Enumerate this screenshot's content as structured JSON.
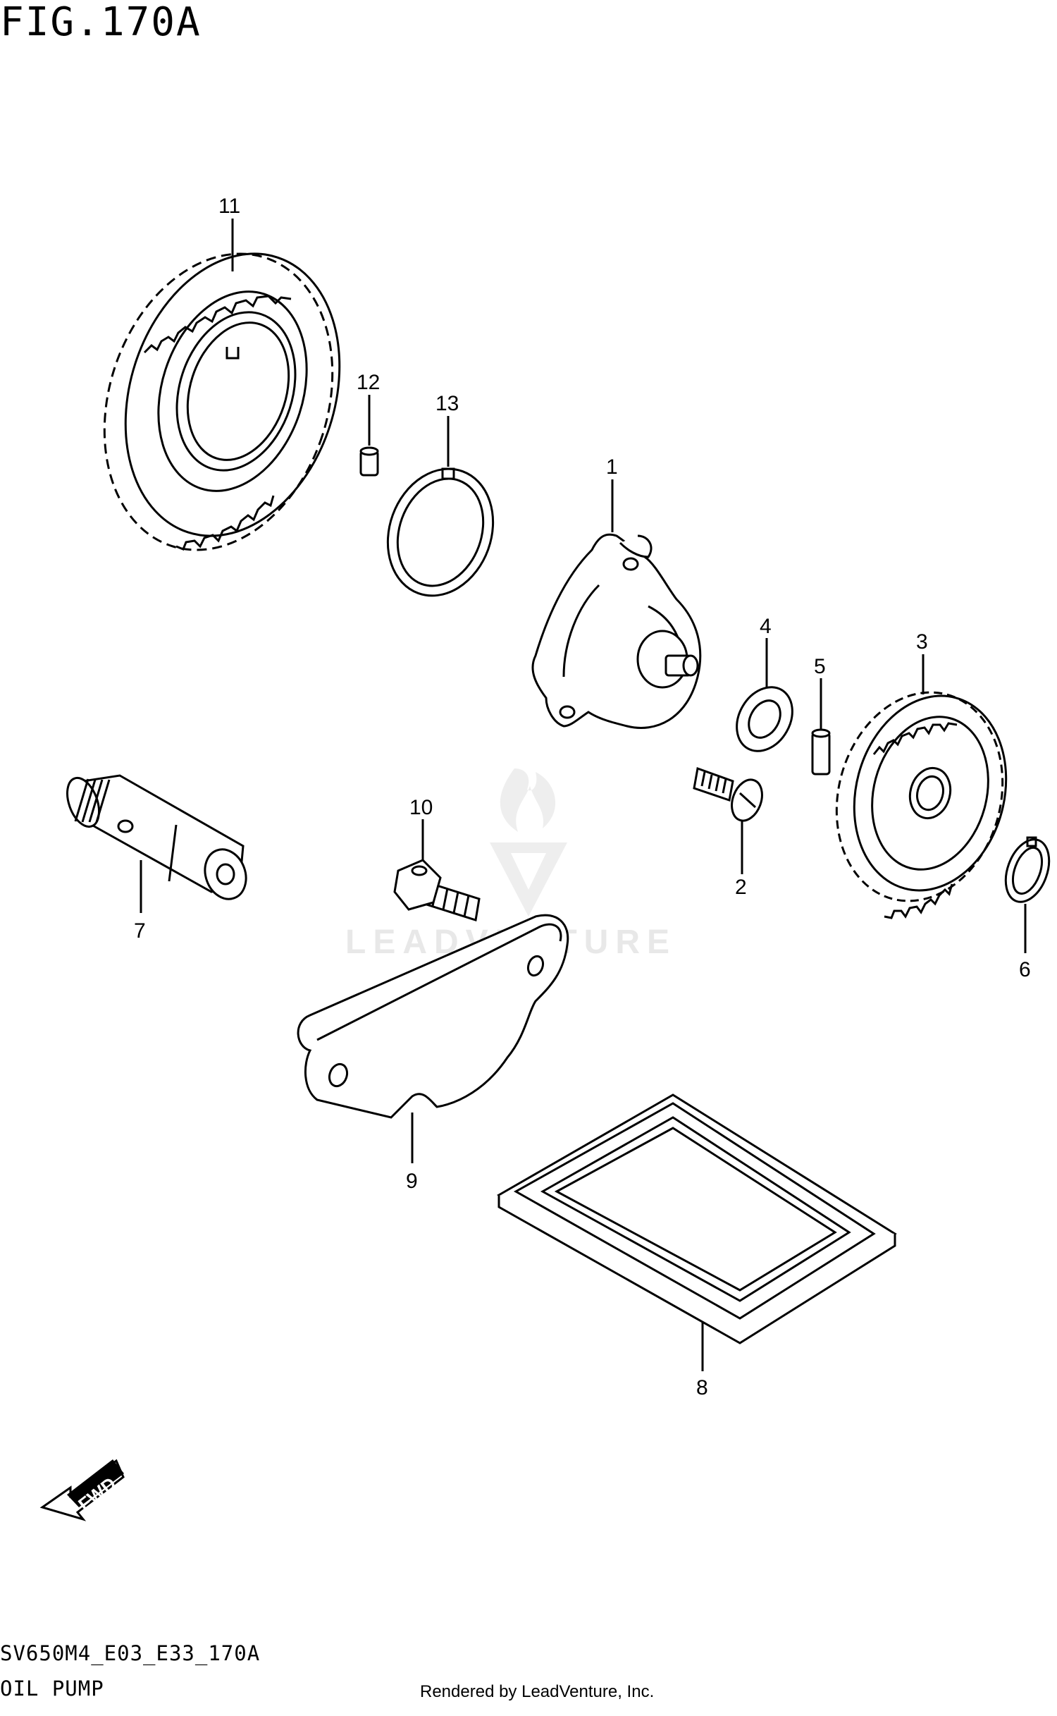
{
  "figure_title": "FIG.170A",
  "model_code": "SV650M4_E03_E33_170A",
  "section_name": "OIL PUMP",
  "render_credit": "Rendered by LeadVenture, Inc.",
  "watermark": "LEADVENTURE",
  "fwd_label": "FWD",
  "callouts": {
    "p1": "1",
    "p2": "2",
    "p3": "3",
    "p4": "4",
    "p5": "5",
    "p6": "6",
    "p7": "7",
    "p8": "8",
    "p9": "9",
    "p10": "10",
    "p11": "11",
    "p12": "12",
    "p13": "13"
  }
}
